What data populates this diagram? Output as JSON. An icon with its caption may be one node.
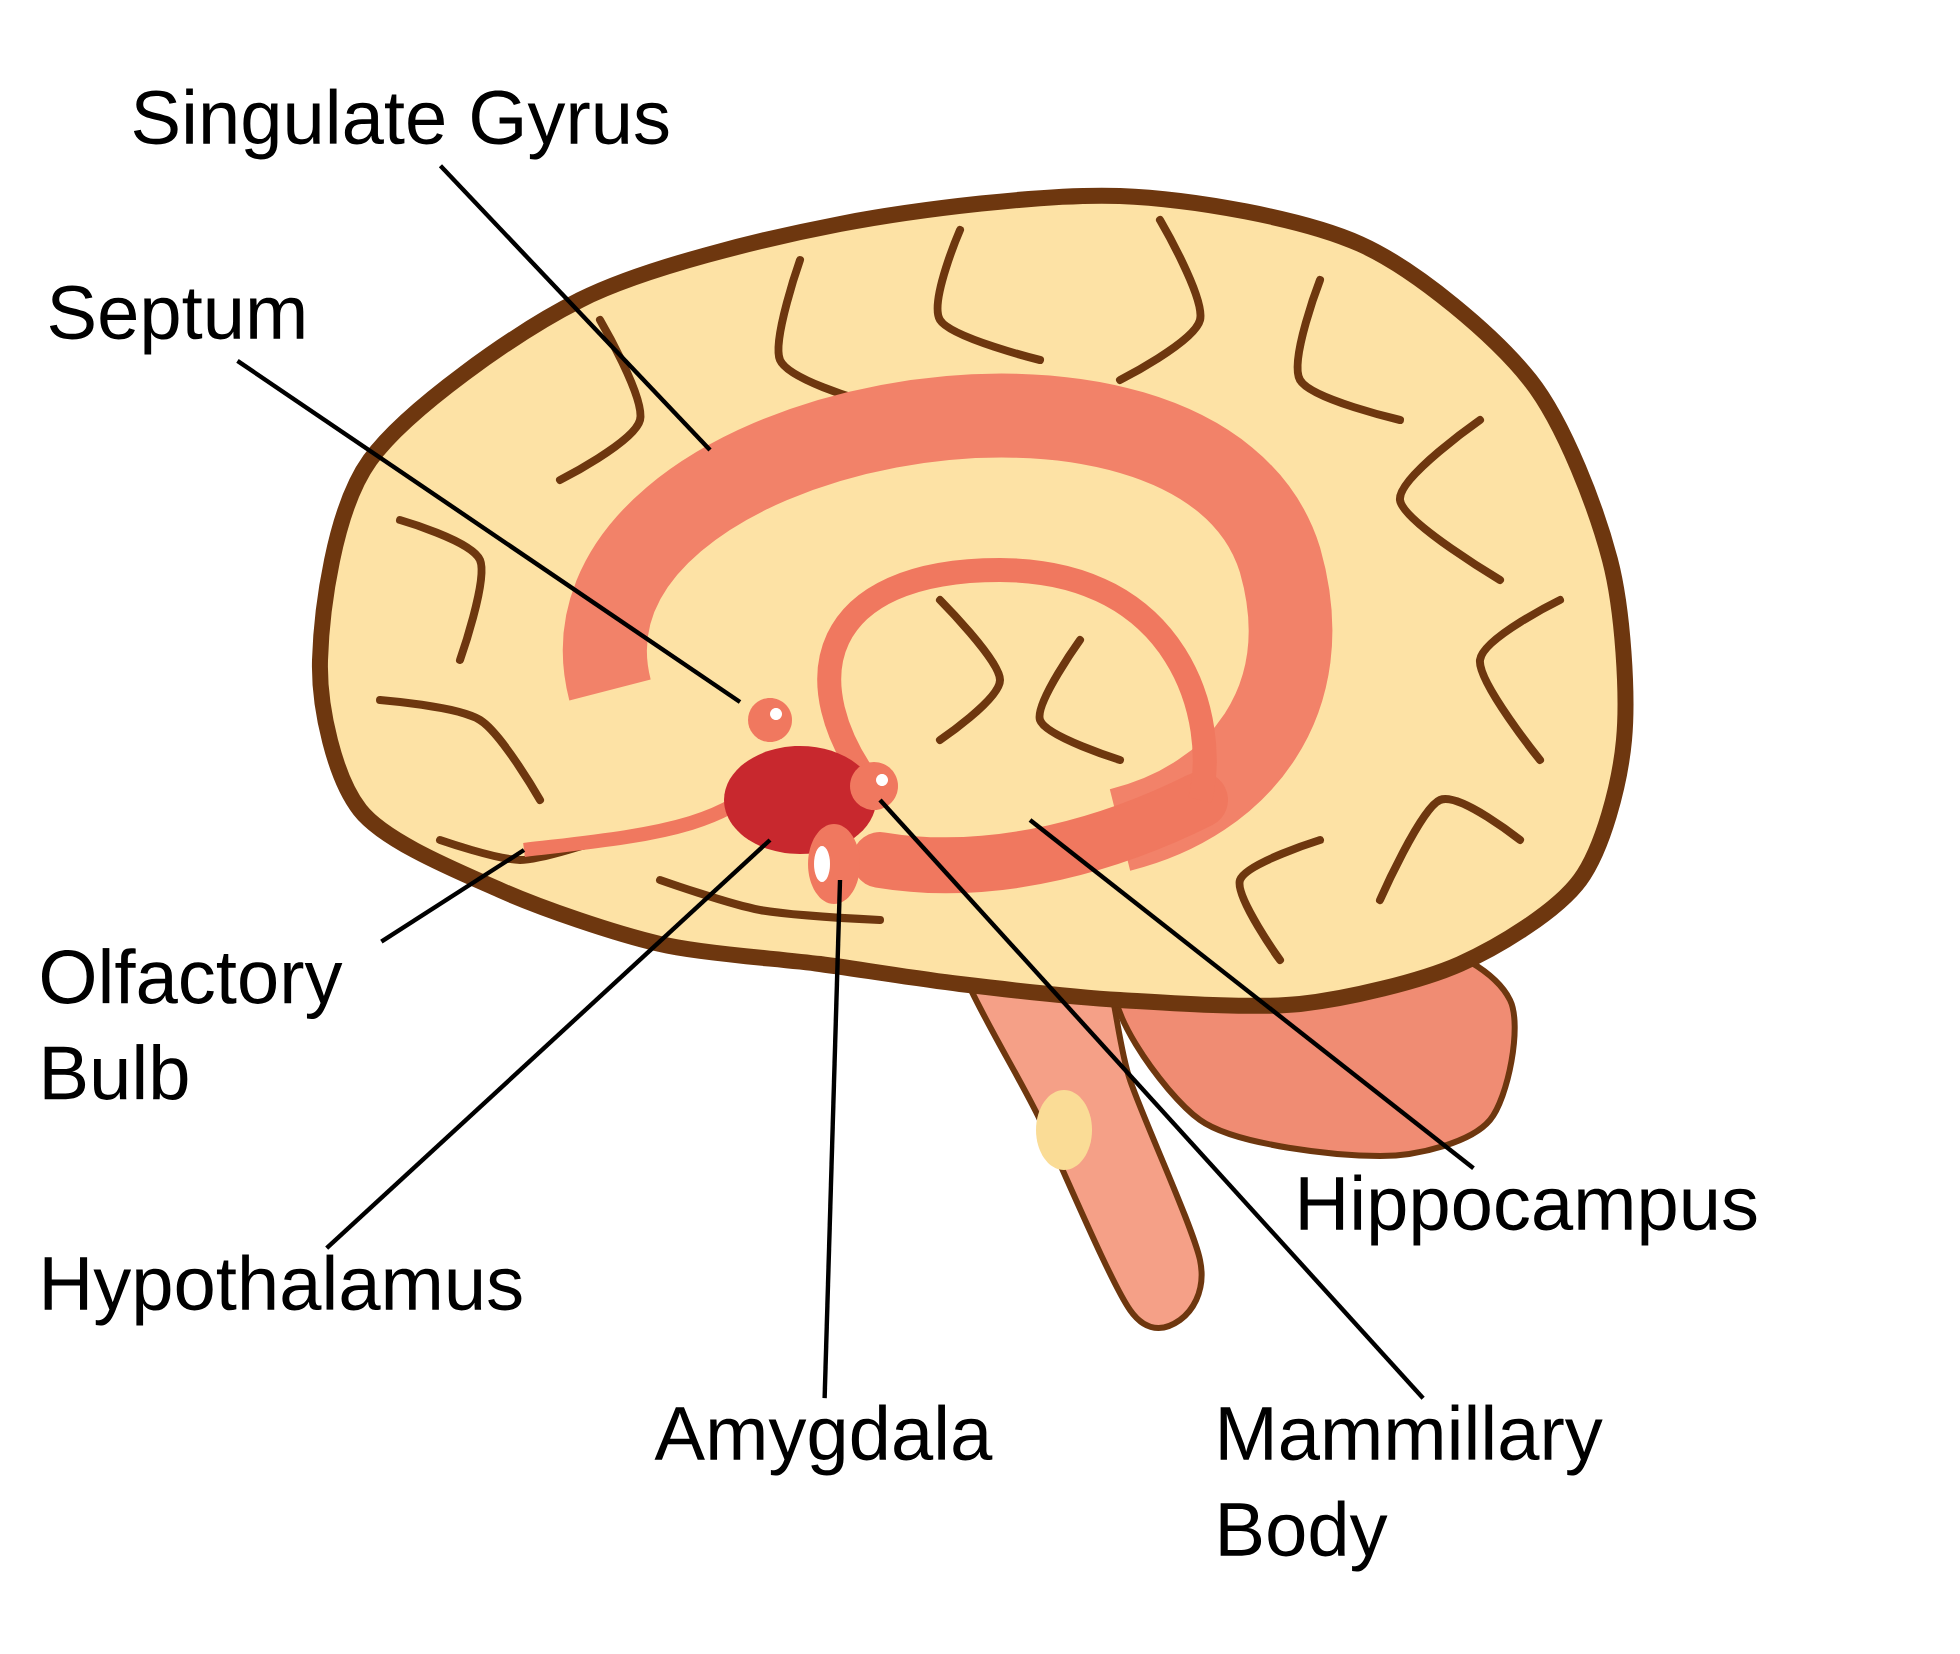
{
  "diagram": {
    "nodes": [
      {
        "text": [
          "Singulate Gyrus"
        ]
      },
      {
        "text": [
          "Septum"
        ]
      },
      {
        "text": [
          "Olfactory Bulb"
        ]
      },
      {
        "text": [
          "Hypothalamus"
        ]
      },
      {
        "text": [
          "Amygdala"
        ]
      },
      {
        "text": [
          "Mammillary Body"
        ]
      },
      {
        "text": [
          "Hippocampus"
        ]
      }
    ],
    "edges": [
      {
        "from": 0,
        "to": null,
        "arrow": "none"
      },
      {
        "from": 1,
        "to": null,
        "arrow": "none"
      },
      {
        "from": 2,
        "to": null,
        "arrow": "none"
      },
      {
        "from": 3,
        "to": null,
        "arrow": "none"
      },
      {
        "from": 4,
        "to": null,
        "arrow": "none"
      },
      {
        "from": 5,
        "to": null,
        "arrow": "none"
      },
      {
        "from": 6,
        "to": null,
        "arrow": "none"
      }
    ]
  }
}
